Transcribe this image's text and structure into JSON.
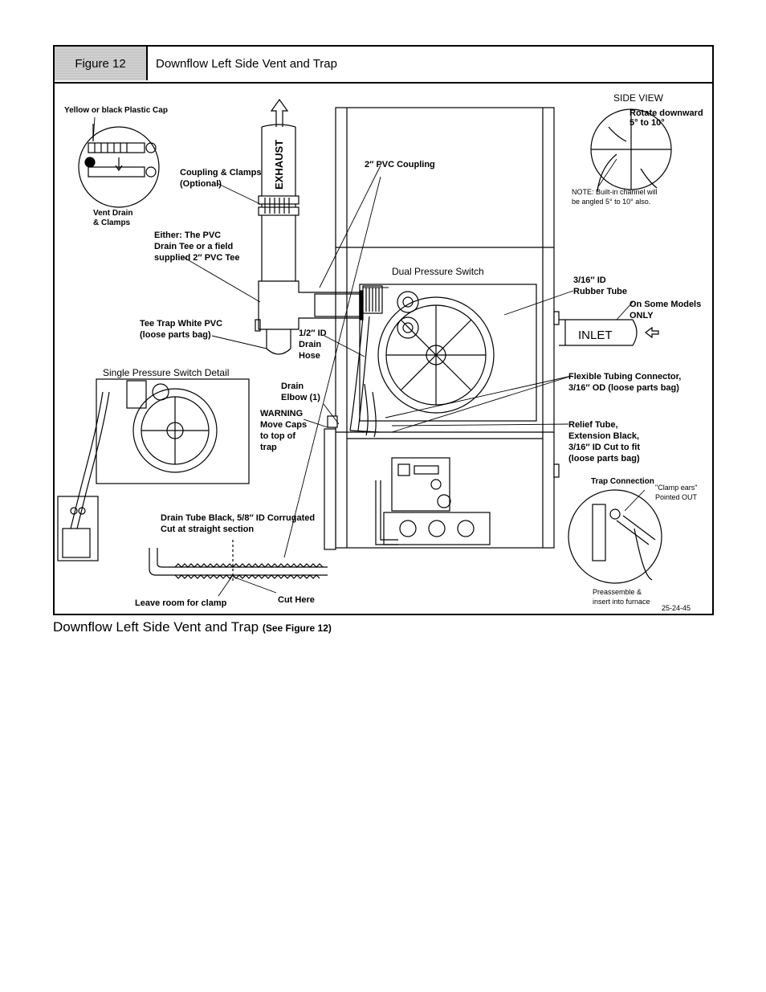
{
  "figure": {
    "number": "Figure 12",
    "title": "Downflow Left Side Vent and Trap",
    "drawing_code": "25-24-45"
  },
  "labels": {
    "plastic_cap": "Yellow or black Plastic Cap",
    "vent_drain": "Vent Drain",
    "and_clamps": "& Clamps",
    "coupling_clamps_1": "Coupling & Clamps",
    "coupling_clamps_2": "(Optional)",
    "exhaust": "EXHAUST",
    "pvc_coupling": "2″ PVC Coupling",
    "either_1": "Either: The PVC",
    "either_2": "Drain Tee or a field",
    "either_3": "supplied 2″ PVC Tee",
    "dual_pressure_switch": "Dual Pressure Switch",
    "tee_trap_1": "Tee Trap White  PVC",
    "tee_trap_2": "(loose parts bag)",
    "drain_hose_size": "1/2″ ID",
    "drain_hose_1": "Drain",
    "drain_hose_2": "Hose",
    "single_ps_detail": "Single Pressure Switch  Detail",
    "drain_elbow_1": "Drain",
    "drain_elbow_2": "Elbow (1)",
    "warning_1": "WARNING",
    "warning_2": "Move Caps",
    "warning_3": "to top of",
    "warning_4": "trap",
    "side_view": "SIDE VIEW",
    "rotate_1": "Rotate downward",
    "rotate_2": "5° to 10°",
    "note_1": "NOTE: Built-in channel will",
    "note_2": "be angled 5° to 10°  also.",
    "rubber_tube_1": "3/16″ ID",
    "rubber_tube_2": "Rubber Tube",
    "some_models_1": "On Some Models",
    "some_models_2": "ONLY",
    "inlet": "INLET",
    "flex_1": "Flexible Tubing Connector,",
    "flex_2": "3/16″ OD (loose parts bag)",
    "relief_1": "Relief Tube,",
    "relief_2": "Extension Black,",
    "relief_3": "3/16″ ID Cut to fit",
    "relief_4": "(loose parts bag)",
    "trap_connection": "Trap Connection",
    "clamp_ears_1": "\"Clamp ears\"",
    "clamp_ears_2": "Pointed OUT",
    "preassemble_1": "Preassemble &",
    "preassemble_2": "insert into furnace",
    "drain_tube_1": "Drain Tube Black, 5/8″ ID Corrugated",
    "drain_tube_2": "Cut at straight section",
    "leave_room": "Leave room for clamp",
    "cut_here": "Cut Here"
  },
  "caption": {
    "text": "Downflow Left Side Vent and Trap",
    "ref": "(See Figure 12)"
  }
}
